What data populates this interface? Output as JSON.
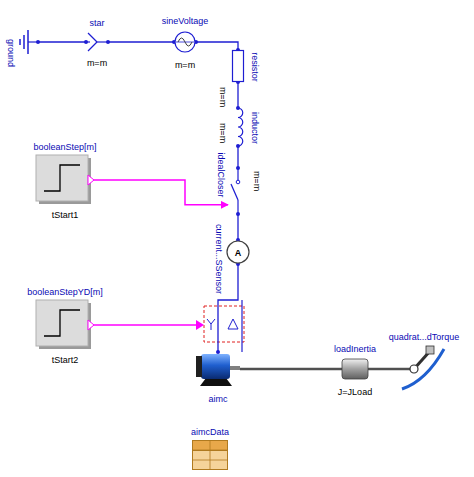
{
  "diagram": {
    "nodes": [
      {
        "text": [
          "ground"
        ]
      },
      {
        "text": [
          "star",
          "m=m"
        ]
      },
      {
        "text": [
          "sineVoltage",
          "m=m"
        ]
      },
      {
        "text": [
          "resistor",
          "m=m"
        ]
      },
      {
        "text": [
          "inductor",
          "m=m"
        ]
      },
      {
        "text": [
          "booleanStep[m]",
          "tStart1"
        ]
      },
      {
        "text": [
          "idealCloser",
          "m=m"
        ]
      },
      {
        "text": [
          "current...SSensor"
        ]
      },
      {
        "text": [
          "booleanStepYD[m]",
          "tStart2"
        ]
      },
      {
        "text": [
          "aimc"
        ]
      },
      {
        "text": [
          "loadInertia",
          "J=JLoad"
        ]
      },
      {
        "text": [
          "quadrat...dTorque"
        ]
      },
      {
        "text": [
          "aimcData"
        ]
      }
    ],
    "edges": [
      {
        "from": 0,
        "to": 1,
        "arrow": "none"
      },
      {
        "from": 1,
        "to": 2,
        "arrow": "none"
      },
      {
        "from": 2,
        "to": 3,
        "arrow": "none"
      },
      {
        "from": 3,
        "to": 4,
        "arrow": "none"
      },
      {
        "from": 4,
        "to": 6,
        "arrow": "none"
      },
      {
        "from": 5,
        "to": 6,
        "arrow": "to"
      },
      {
        "from": 6,
        "to": 7,
        "arrow": "none"
      },
      {
        "from": 7,
        "to": 9,
        "arrow": "none"
      },
      {
        "from": 9,
        "to": 10,
        "arrow": "none"
      },
      {
        "from": 10,
        "to": 11,
        "arrow": "none"
      }
    ],
    "labels": [
      "A"
    ]
  }
}
